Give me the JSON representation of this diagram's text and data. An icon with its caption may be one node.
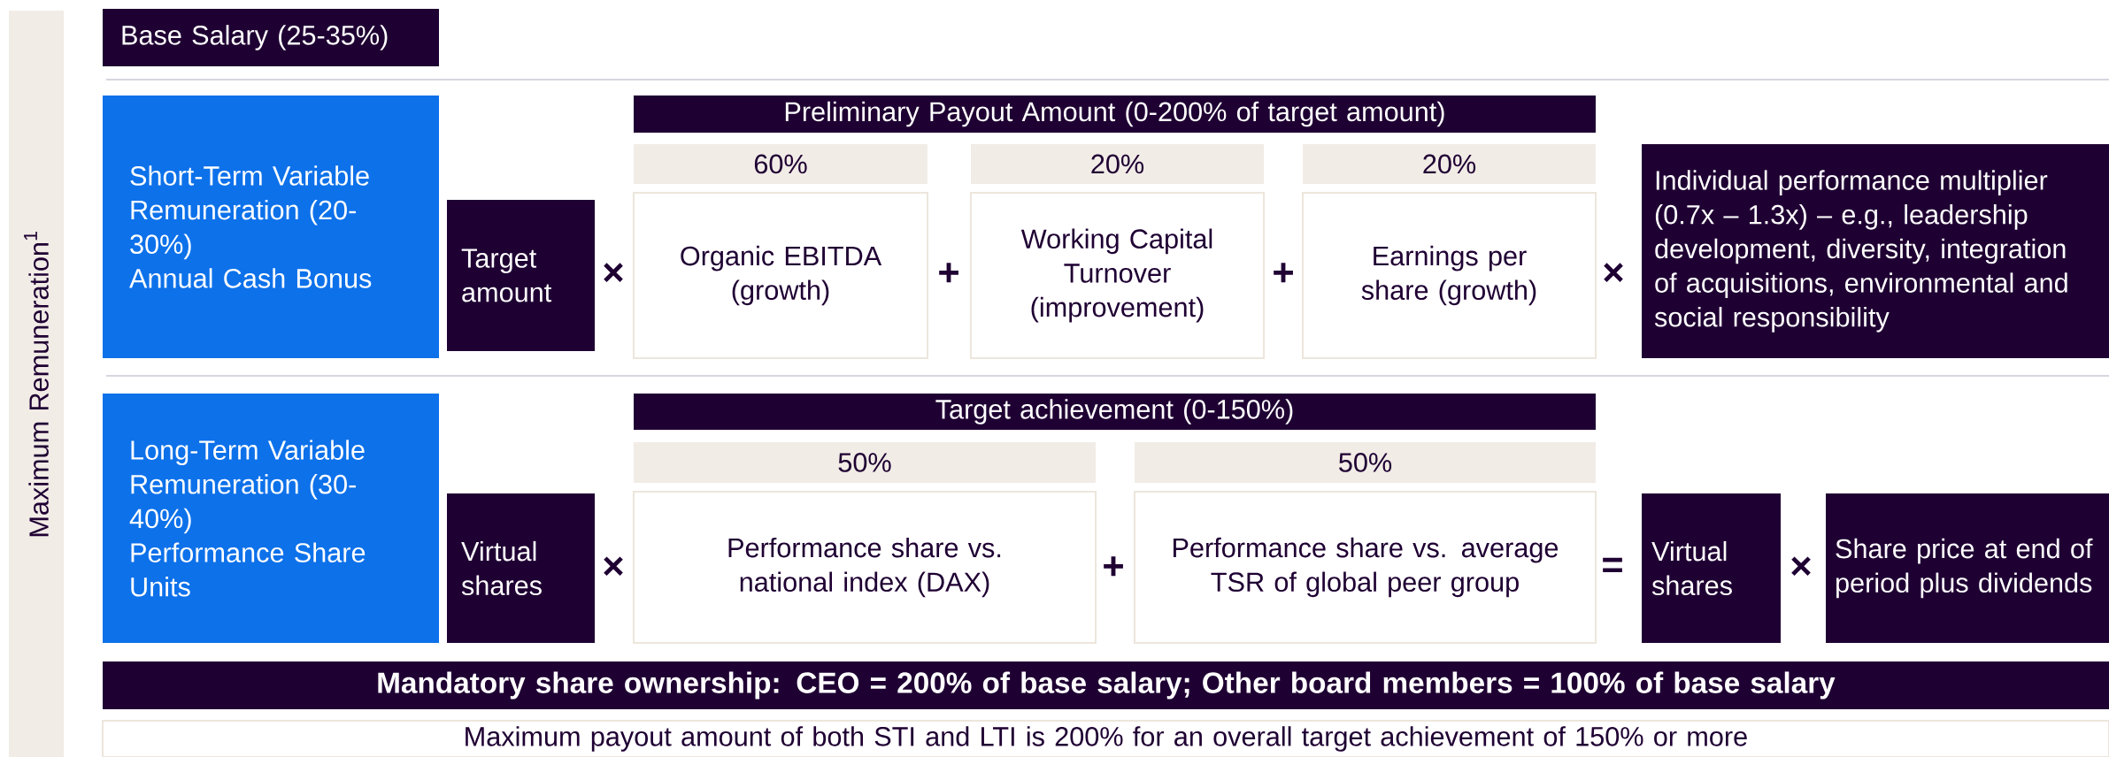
{
  "diagram": {
    "nodes": [
      {
        "text": [
          "Maximum Remuneration$^{1}$"
        ]
      },
      {
        "text": [
          "Base Salary (25-35%)"
        ]
      },
      {
        "text": [
          "Short-Term Variable Remuneration (20-30%)",
          "Annual Cash Bonus"
        ]
      },
      {
        "text": [
          "Target amount"
        ]
      },
      {
        "text": [
          "Preliminary Payout Amount (0-200% of target amount)"
        ]
      },
      {
        "text": [
          "60%"
        ]
      },
      {
        "text": [
          "Organic EBITDA (growth)"
        ]
      },
      {
        "text": [
          "20%"
        ]
      },
      {
        "text": [
          "Working Capital Turnover (improvement)"
        ]
      },
      {
        "text": [
          "20%"
        ]
      },
      {
        "text": [
          "Earnings per share (growth)"
        ]
      },
      {
        "text": [
          "Individual performance multiplier (0.7x – 1.3x) – e.g., leadership development, diversity, integration of acquisitions, environmental and social responsibility"
        ]
      },
      {
        "text": [
          "Long-Term Variable Remuneration (30-40%)",
          "Performance Share Units"
        ]
      },
      {
        "text": [
          "Virtual shares"
        ]
      },
      {
        "text": [
          "Target achievement (0-150%)"
        ]
      },
      {
        "text": [
          "50%"
        ]
      },
      {
        "text": [
          "Performance share vs. national index (DAX)"
        ]
      },
      {
        "text": [
          "50%"
        ]
      },
      {
        "text": [
          "Performance share vs. average TSR of global peer group"
        ]
      },
      {
        "text": [
          "Virtual shares"
        ]
      },
      {
        "text": [
          "Share price at end of period plus dividends"
        ]
      },
      {
        "text": [
          "Mandatory share ownership: CEO = 200% of base salary; Other board members = 100% of base salary"
        ]
      },
      {
        "text": [
          "Maximum payout amount of both STI and LTI is 200% for an overall target achievement of 150% or more"
        ]
      }
    ],
    "labels": [
      "×",
      "+",
      "+",
      "×",
      "×",
      "+",
      "=",
      "×"
    ]
  }
}
